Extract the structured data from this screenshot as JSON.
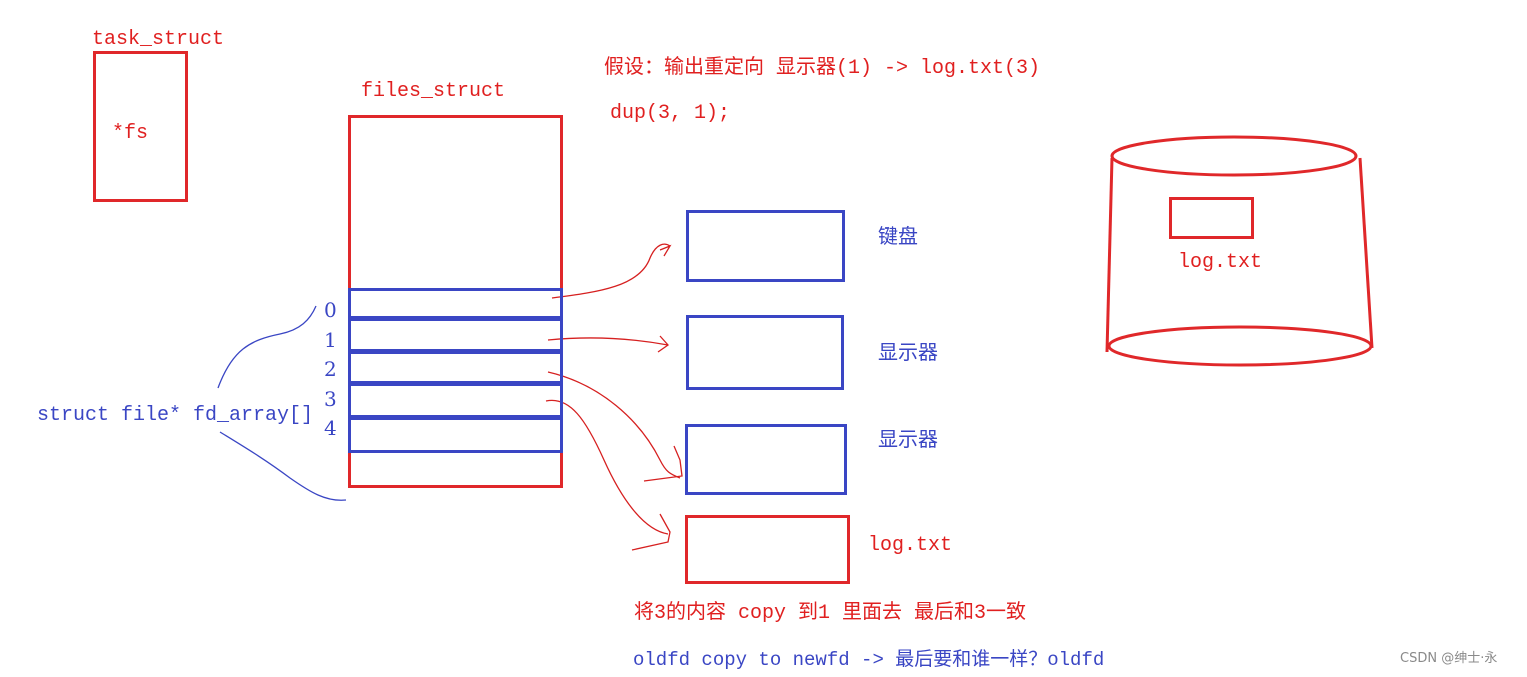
{
  "task_struct": {
    "title": "task_struct",
    "field": "*fs"
  },
  "files_struct": {
    "title": "files_struct",
    "indices": [
      "0",
      "1",
      "2",
      "3",
      "4"
    ]
  },
  "fd_array_label": "struct file* fd_array[]",
  "note": {
    "line1": "假设：输出重定向  显示器(1) -> log.txt(3)",
    "line2": "dup(3, 1);"
  },
  "targets": {
    "keyboard": "键盘",
    "display1": "显示器",
    "display2": "显示器",
    "logfile": "log.txt"
  },
  "disk": {
    "file_label": "log.txt"
  },
  "bottom": {
    "line1": "将3的内容 copy 到1 里面去  最后和3一致",
    "line2": "oldfd copy to newfd -> 最后要和谁一样？oldfd"
  },
  "watermark": "CSDN @绅士·永",
  "colors": {
    "red": "#e0282a",
    "blue": "#3a46c4"
  }
}
